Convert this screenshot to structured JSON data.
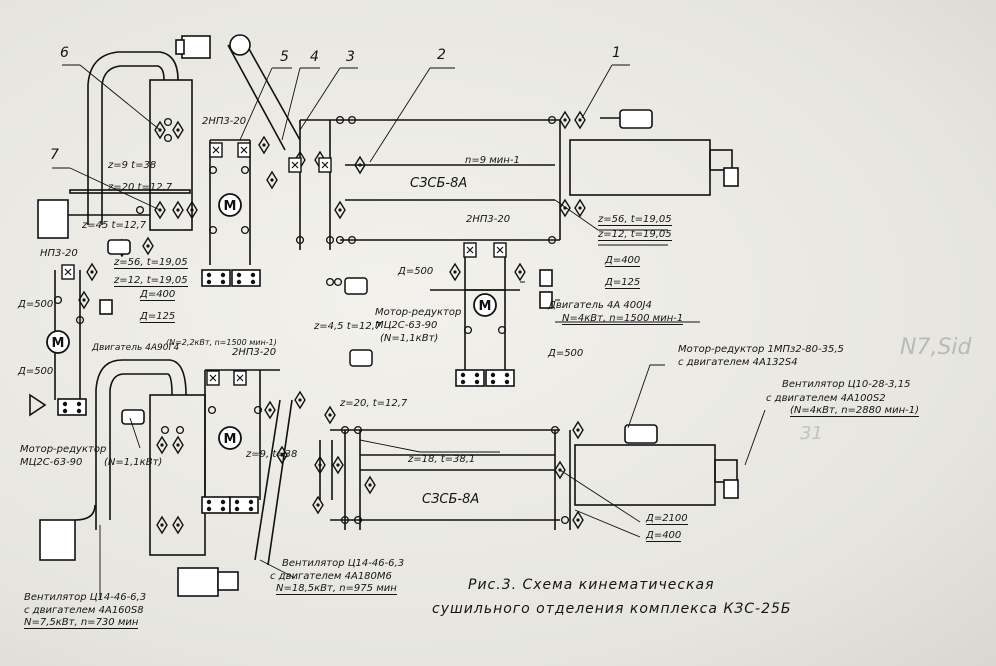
{
  "part_numbers": [
    "1",
    "2",
    "3",
    "4",
    "5",
    "6",
    "7"
  ],
  "top": {
    "dryer": "СЗСБ-8А",
    "speed": "n=9 мин-1",
    "conv_upper_left": "2НП3-20",
    "z_9_38": "z=9 t=38",
    "z_20_127": "z=20 t=12,7",
    "z_45_127": "z=45 t=12,7",
    "conv_right": "2НП3-20",
    "sprocket_56_top": "z=56, t=19,05",
    "sprocket_12_top": "z=12, t=19,05",
    "d400_top": "Д=400",
    "d125_top": "Д=125",
    "d500_top": "Д=500",
    "d500_bot": "Д=500",
    "motor_4a": "Двигатель 4А 400J4",
    "motor_4a_power": "N=4кВт, n=1500 мин-1",
    "motor_reducer": "Мотор-редуктор",
    "motor_reducer_model": "МЦ2С-63-90",
    "motor_reducer_power": "(N=1,1кВт)",
    "z_45_127_b": "z=4,5 t=12,7"
  },
  "left": {
    "conv": "НП3-20",
    "sprocket_56": "z=56, t=19,05",
    "sprocket_12": "z=12, t=19,05",
    "d500_side": "Д=500",
    "d400": "Д=400",
    "d125": "Д=125",
    "motor": "Двигатель 4А90Г4",
    "motor_power": "(N=2,2кВт, n=1500 мин-1)",
    "d500": "Д=500",
    "conv2": "2НП3-20",
    "reducer": "Мотор-редуктор",
    "reducer_model": "МЦ2С-63-90",
    "reducer_power": "(N=1,1кВт)"
  },
  "bottom": {
    "dryer": "СЗСБ-8А",
    "z_20_127": "z=20, t=12,7",
    "z_9_38": "z=9, t=38",
    "z_18_381": "z=18, t=38,1",
    "d2100": "Д=2100",
    "d400": "Д=400",
    "reducer_right_1": "Мотор-редуктор 1МПз2-80-35,5",
    "reducer_right_2": "с двигателем 4А132S4",
    "fan_right_1": "Вентилятор Ц10-28-3,15",
    "fan_right_2": "с двигателем 4А100S2",
    "fan_right_3": "(N=4кВт, n=2880 мин-1)",
    "fan_mid_1": "Вентилятор Ц14-46-6,3",
    "fan_mid_2": "с двигателем 4А180М6",
    "fan_mid_3": "N=18,5кВт, n=975 мин",
    "fan_left_1": "Вентилятор Ц14-46-6,3",
    "fan_left_2": "с двигателем 4А160S8",
    "fan_left_3": "N=7,5кВт, n=730 мин"
  },
  "caption": {
    "line1": "Рис.3. Схема кинематическая",
    "line2": "сушильного отделения комплекса КЗС-25Б"
  },
  "pencil": {
    "mark1": "N7,Sid",
    "mark2": "31"
  }
}
